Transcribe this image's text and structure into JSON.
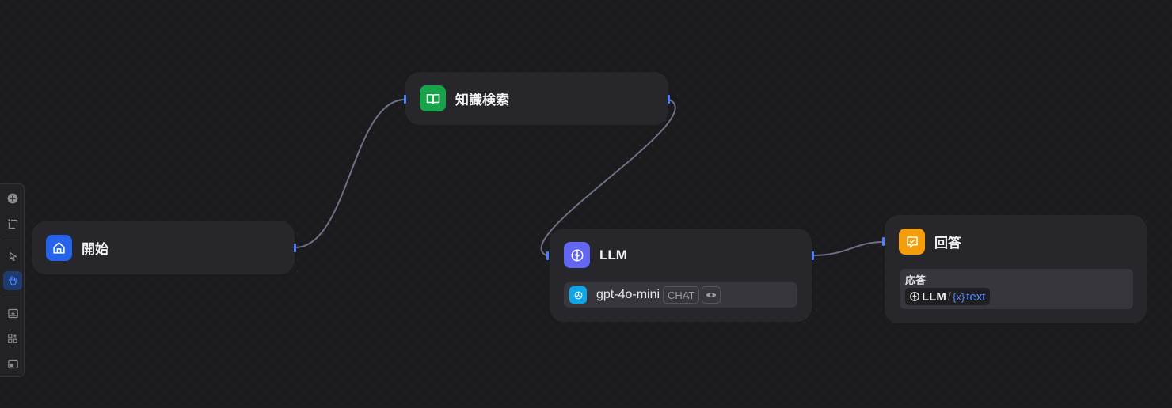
{
  "nodes": {
    "start": {
      "title": "開始",
      "color": "#2563eb",
      "icon": "home-icon"
    },
    "knowledge": {
      "title": "知識検索",
      "color": "#16a34a",
      "icon": "book-icon"
    },
    "llm": {
      "title": "LLM",
      "color": "#6366f1",
      "icon": "llm-icon",
      "model": {
        "name": "gpt-4o-mini",
        "mode": "CHAT",
        "icon": "openai-icon"
      }
    },
    "answer": {
      "title": "回答",
      "color": "#f59e0b",
      "icon": "message-check-icon",
      "field_label": "応答",
      "variable": {
        "node": "LLM",
        "separator": "/",
        "symbol": "{x}",
        "name": "text"
      }
    }
  },
  "toolbar": {
    "tools": [
      "add-node-icon",
      "add-note-icon",
      "pointer-icon",
      "hand-icon",
      "export-image-icon",
      "organize-icon",
      "minimap-icon"
    ],
    "active": "hand-icon"
  }
}
